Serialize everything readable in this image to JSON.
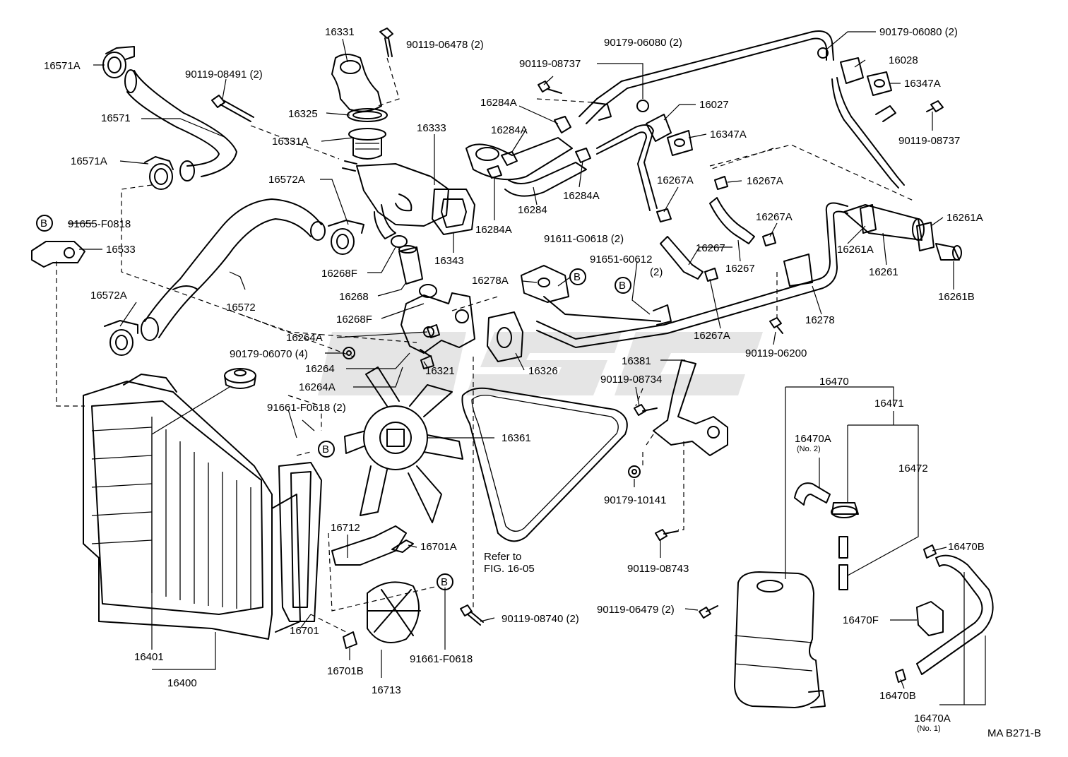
{
  "diagram_code": "MA B271-B",
  "refer_note": [
    "Refer to",
    "FIG. 16-05"
  ],
  "callout_symbol": "B",
  "watermark": "QSC",
  "colors": {
    "line": "#000000",
    "background": "#ffffff",
    "watermark": "#cfcfcf"
  },
  "labels": {
    "p16331": "16331",
    "p90119_06478": "90119-06478 (2)",
    "p90179_06080a": "90179-06080 (2)",
    "p90179_06080b": "90179-06080 (2)",
    "p16571A_top": "16571A",
    "p90119_08491": "90119-08491 (2)",
    "p90119_08737a": "90119-08737",
    "p16028": "16028",
    "p16347A_top": "16347A",
    "p16571": "16571",
    "p16325": "16325",
    "p16284A_1": "16284A",
    "p16027": "16027",
    "p90119_08737b": "90119-08737",
    "p16331A": "16331A",
    "p16333": "16333",
    "p16284A_2": "16284A",
    "p16347A_mid": "16347A",
    "p16571A_mid": "16571A",
    "p16572A_top": "16572A",
    "p16267A_1": "16267A",
    "p16267A_2": "16267A",
    "p16284": "16284",
    "p16284A_3": "16284A",
    "p16284A_4": "16284A",
    "p91655": "91655-F0818",
    "p16343": "16343",
    "p16267A_3": "16267A",
    "p16261A_1": "16261A",
    "p16533": "16533",
    "p91611": "91611-G0618 (2)",
    "p16267_1": "16267",
    "p16261A_2": "16261A",
    "p16268F_1": "16268F",
    "p91651": "91651-60612",
    "p91651_qty": "(2)",
    "p16267_2": "16267",
    "p16261": "16261",
    "p16278A": "16278A",
    "p16572A_bot": "16572A",
    "p16268": "16268",
    "p16572": "16572",
    "p16261B": "16261B",
    "p16268F_2": "16268F",
    "p16278": "16278",
    "p16264A_1": "16264A",
    "p16267A_4": "16267A",
    "p90179_06070": "90179-06070 (4)",
    "p90119_06200": "90119-06200",
    "p16381": "16381",
    "p16264": "16264",
    "p16321": "16321",
    "p16326": "16326",
    "p16264A_2": "16264A",
    "p90119_08734": "90119-08734",
    "p16470": "16470",
    "p16471": "16471",
    "p91661_a": "91661-F0618 (2)",
    "p16361": "16361",
    "p16470A_top": "16470A",
    "p16470A_top_sub": "(No. 2)",
    "p16472": "16472",
    "p90179_10141": "90179-10141",
    "p16712": "16712",
    "p16701A": "16701A",
    "p16470B_top": "16470B",
    "p90119_08743": "90119-08743",
    "p90119_08740": "90119-08740 (2)",
    "p90119_06479": "90119-06479 (2)",
    "p16470F": "16470F",
    "p16701": "16701",
    "p16401": "16401",
    "p16701B": "16701B",
    "p91661_b": "91661-F0618",
    "p16400": "16400",
    "p16713": "16713",
    "p16470B_bot": "16470B",
    "p16470A_bot": "16470A",
    "p16470A_bot_sub": "(No. 1)"
  }
}
